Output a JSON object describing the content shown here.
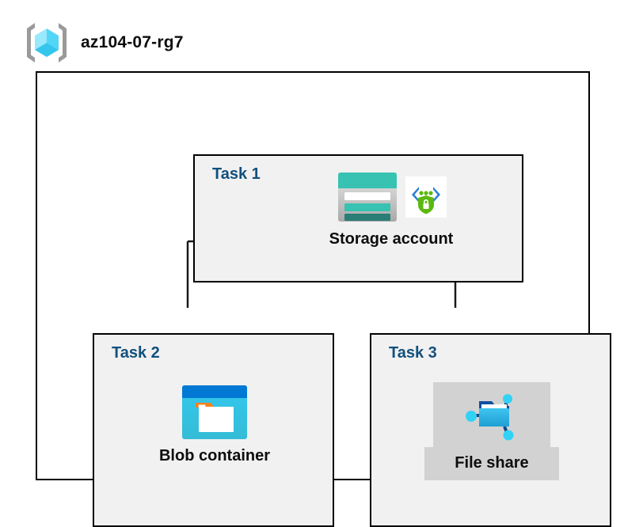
{
  "header": {
    "icon": "resource-group-icon",
    "title": "az104-07-rg7"
  },
  "diagram": {
    "type": "hierarchy",
    "container_label": "az104-07-rg7",
    "root": "Storage account",
    "nodes": [
      {
        "task_label": "Task 1",
        "name": "Storage account",
        "icons": [
          "storage-account-icon",
          "secure-endpoint-icon"
        ],
        "highlighted": false
      },
      {
        "task_label": "Task 2",
        "name": "Blob container",
        "icons": [
          "blob-container-icon"
        ],
        "highlighted": false
      },
      {
        "task_label": "Task 3",
        "name": "File share",
        "icons": [
          "file-share-icon"
        ],
        "highlighted": true
      }
    ],
    "edges": [
      {
        "from": "Storage account",
        "to": "Blob container"
      },
      {
        "from": "Storage account",
        "to": "File share"
      }
    ]
  },
  "colors": {
    "task_label": "#11507d",
    "box_border": "#000000",
    "box_fill": "#f1f1f1",
    "page_background": "#ffffff",
    "highlight": "#d2d2d2",
    "storage_teal": "#37c2b1",
    "storage_dark_teal": "#2a7e75",
    "blob_blue": "#0078d4",
    "blob_cyan": "#32c8ee",
    "blob_orange": "#f58220",
    "shield_green": "#5cb811",
    "bracket_blue": "#2a7fd4",
    "cube_cyan": "#9ae8fb",
    "bracket_gray": "#9a9a9a"
  }
}
